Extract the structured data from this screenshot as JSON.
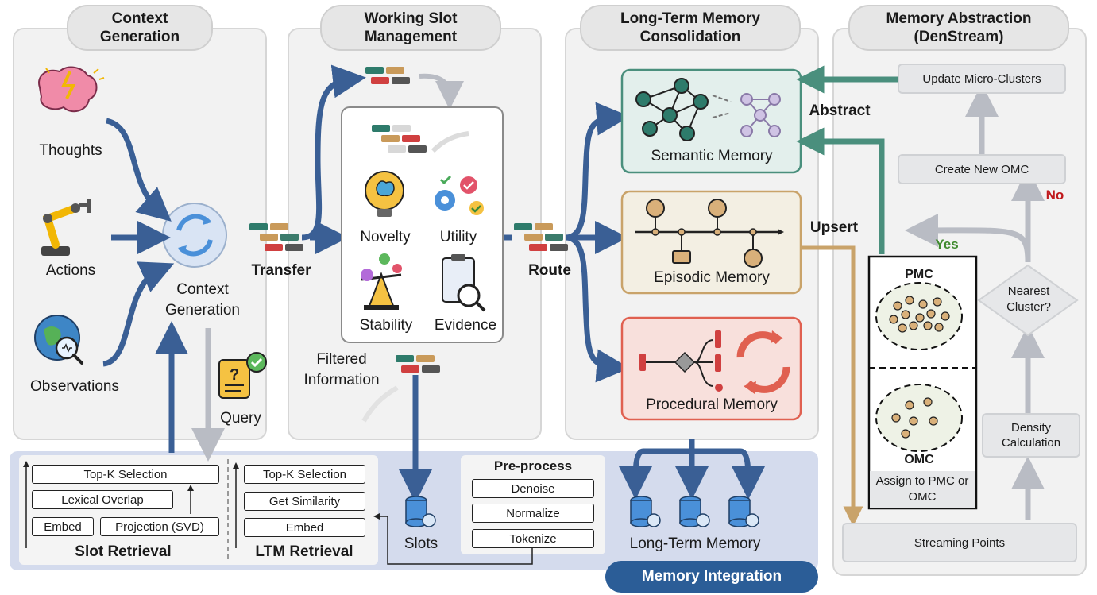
{
  "panels": {
    "context": {
      "title": "Context Generation"
    },
    "working": {
      "title": "Working Slot Management"
    },
    "ltm": {
      "title": "Long-Term Memory Consolidation"
    },
    "abstraction": {
      "title": "Memory Abstraction (DenStream)"
    }
  },
  "context": {
    "thoughts": "Thoughts",
    "actions": "Actions",
    "observations": "Observations",
    "hub": "Context Generation",
    "query": "Query",
    "transfer": "Transfer"
  },
  "working": {
    "novelty": "Novelty",
    "utility": "Utility",
    "stability": "Stability",
    "evidence": "Evidence",
    "filtered": "Filtered Information",
    "route": "Route"
  },
  "ltm": {
    "semantic": "Semantic Memory",
    "episodic": "Episodic Memory",
    "procedural": "Procedural Memory",
    "abstract": "Abstract",
    "upsert": "Upsert"
  },
  "abstraction": {
    "update": "Update Micro-Clusters",
    "create": "Create New OMC",
    "no": "No",
    "yes": "Yes",
    "nearest": "Nearest Cluster?",
    "pmc": "PMC",
    "omc": "OMC",
    "assign": "Assign to PMC or OMC",
    "density": "Density Calculation",
    "streaming": "Streaming Points"
  },
  "integration": {
    "title": "Memory Integration",
    "slot_topk": "Top-K Selection",
    "lexical": "Lexical Overlap",
    "embed": "Embed",
    "projection": "Projection (SVD)",
    "slot_retrieval": "Slot Retrieval",
    "ltm_topk": "Top-K Selection",
    "similarity": "Get Similarity",
    "ltm_embed": "Embed",
    "ltm_retrieval": "LTM Retrieval",
    "slots": "Slots",
    "preprocess": "Pre-process",
    "denoise": "Denoise",
    "normalize": "Normalize",
    "tokenize": "Tokenize",
    "long_term": "Long-Term Memory"
  },
  "colors": {
    "blue_arrow": "#3a5f95",
    "gray_arrow": "#b9bcc4",
    "teal": "#4a8f7d",
    "gold": "#c9a36a",
    "no_red": "#c0191c",
    "yes_green": "#3f8a2e",
    "integration_bg": "#d4dbed",
    "integration_title": "#2b5d97"
  }
}
